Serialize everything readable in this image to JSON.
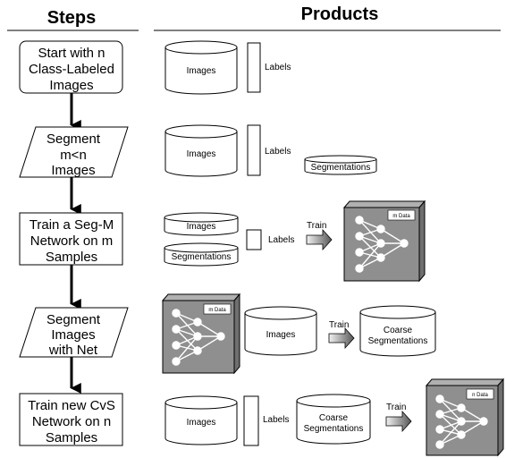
{
  "headers": {
    "steps": "Steps",
    "products": "Products"
  },
  "steps": [
    {
      "lines": [
        "Start with n",
        "Class-Labeled",
        "Images"
      ]
    },
    {
      "lines": [
        "Segment",
        "m<n",
        "Images"
      ]
    },
    {
      "lines": [
        "Train a Seg-M",
        "Network on m",
        "Samples"
      ]
    },
    {
      "lines": [
        "Segment",
        "Images",
        "with Net"
      ]
    },
    {
      "lines": [
        "Train new CvS",
        "Network on n",
        "Samples"
      ]
    }
  ],
  "products": {
    "row1": {
      "images": "Images",
      "labels": "Labels"
    },
    "row2": {
      "images": "Images",
      "labels": "Labels",
      "segmentations": "Segmentations"
    },
    "row3": {
      "images": "Images",
      "segmentations": "Segmentations",
      "labels": "Labels",
      "train": "Train",
      "net_tag": "m Data"
    },
    "row4": {
      "net_tag": "m Data",
      "images": "Images",
      "train": "Train",
      "coarse_line1": "Coarse",
      "coarse_line2": "Segmentations"
    },
    "row5": {
      "images": "Images",
      "labels": "Labels",
      "coarse_line1": "Coarse",
      "coarse_line2": "Segmentations",
      "train": "Train",
      "net_tag": "n Data"
    }
  },
  "colors": {
    "box_fill": "#8f8f8f",
    "box_side": "#6f6f6f",
    "arrow_light": "#f2f2f2",
    "arrow_dark": "#555555"
  }
}
